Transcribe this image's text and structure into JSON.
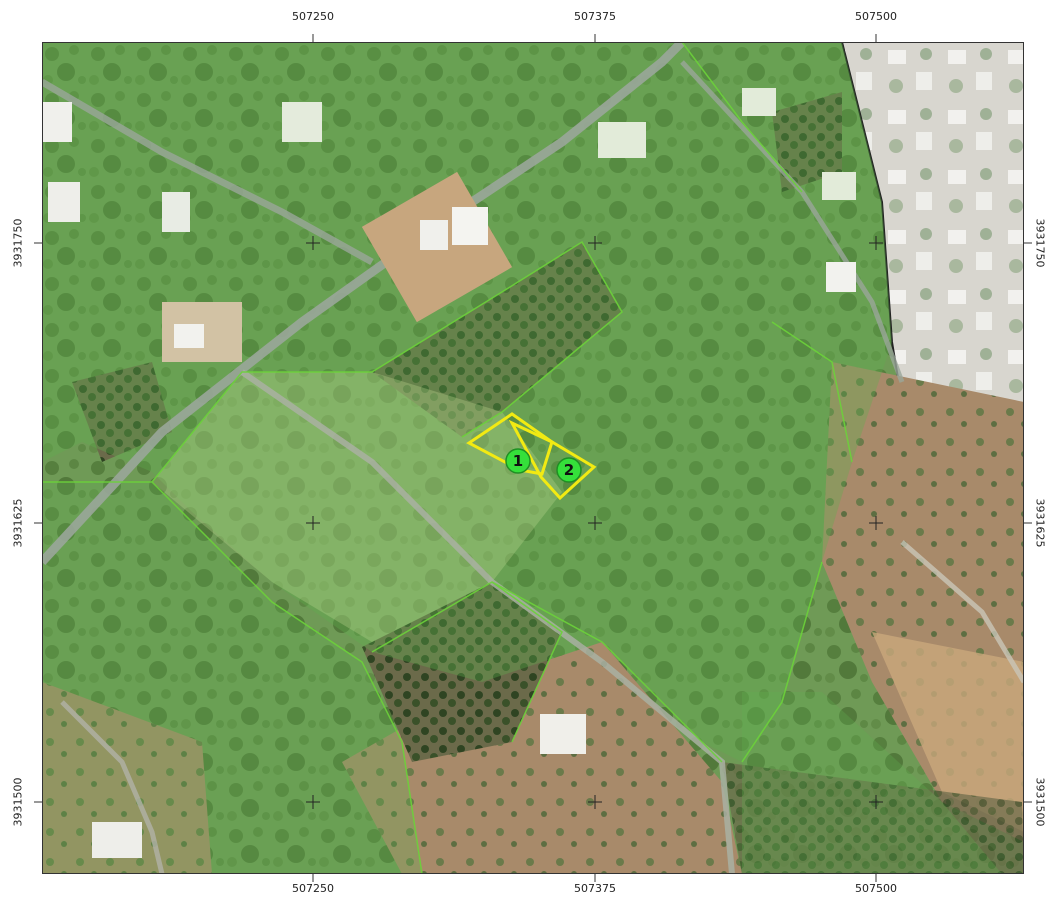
{
  "map": {
    "x_ticks": [
      {
        "label": "507250",
        "value": 507250
      },
      {
        "label": "507375",
        "value": 507375
      },
      {
        "label": "507500",
        "value": 507500
      }
    ],
    "y_ticks": [
      {
        "label": "3931750",
        "value": 3931750
      },
      {
        "label": "3931625",
        "value": 3931625
      },
      {
        "label": "3931500",
        "value": 3931500
      }
    ],
    "markers": [
      {
        "label": "1"
      },
      {
        "label": "2"
      }
    ],
    "colors": {
      "parcel_outline": "#f2ea12",
      "marker_fill": "#35e03a",
      "field_overlay": "#5fae4e",
      "boundary_line": "#6cd23a"
    }
  }
}
